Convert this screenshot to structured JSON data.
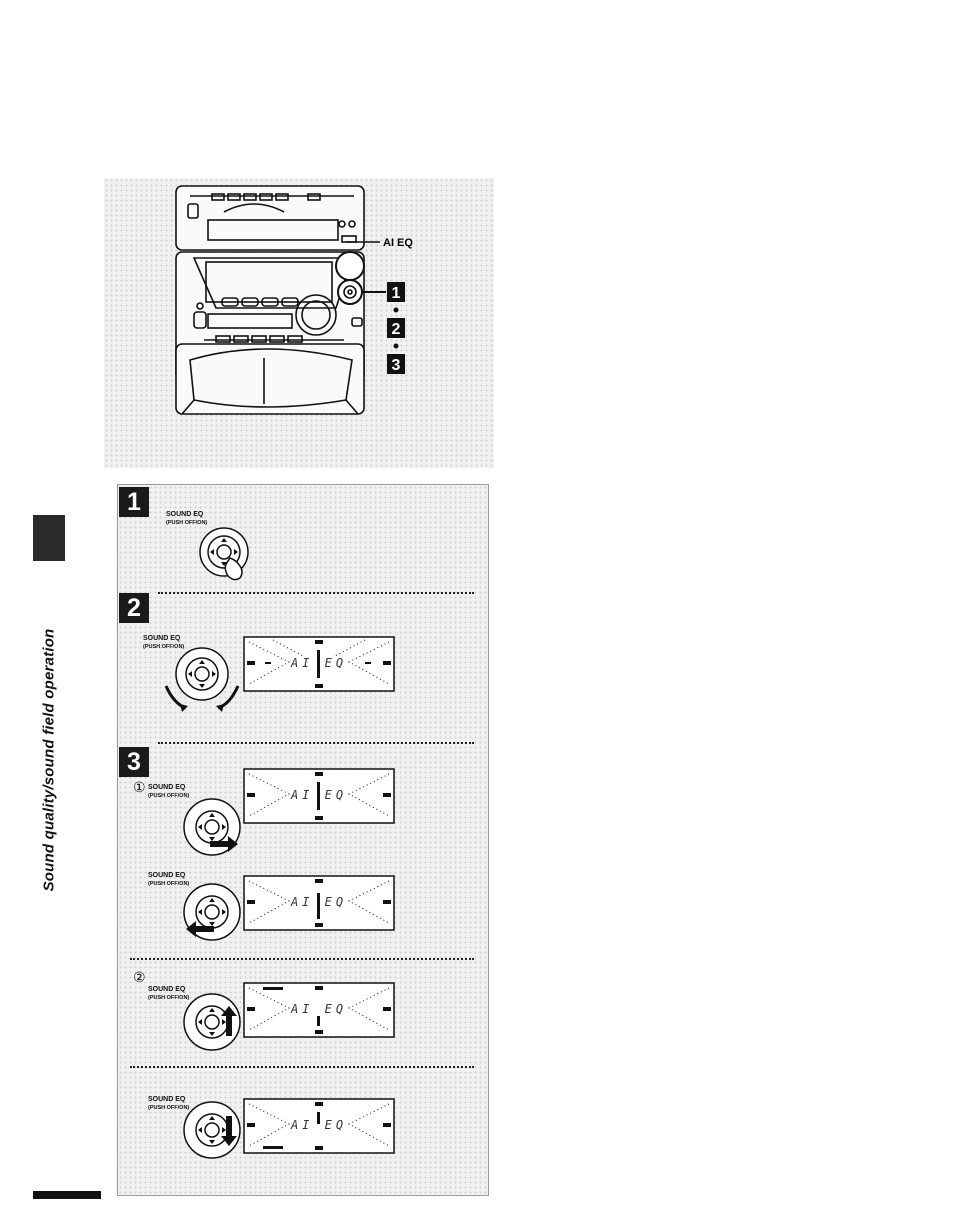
{
  "side": {
    "section_title": "Sound quality/sound field operation"
  },
  "device": {
    "ai_eq_label": "AI EQ",
    "callouts": [
      "1",
      "2",
      "3"
    ]
  },
  "steps": [
    {
      "number": "1",
      "control_label": "SOUND EQ",
      "control_sublabel": "(PUSH OFF/ON)"
    },
    {
      "number": "2",
      "control_label": "SOUND EQ",
      "control_sublabel": "(PUSH OFF/ON)",
      "display_text": "AI EQ"
    },
    {
      "number": "3",
      "substeps": [
        {
          "marker": "①",
          "control_label": "SOUND EQ",
          "control_sublabel": "(PUSH OFF/ON)",
          "direction": "right",
          "display_text": "AI EQ"
        },
        {
          "marker": "",
          "control_label": "SOUND EQ",
          "control_sublabel": "(PUSH OFF/ON)",
          "direction": "left",
          "display_text": "AI EQ"
        },
        {
          "marker": "②",
          "control_label": "SOUND EQ",
          "control_sublabel": "(PUSH OFF/ON)",
          "direction": "up",
          "display_text": "AI EQ"
        },
        {
          "marker": "",
          "control_label": "SOUND EQ",
          "control_sublabel": "(PUSH OFF/ON)",
          "direction": "down",
          "display_text": "AI EQ"
        }
      ]
    }
  ]
}
